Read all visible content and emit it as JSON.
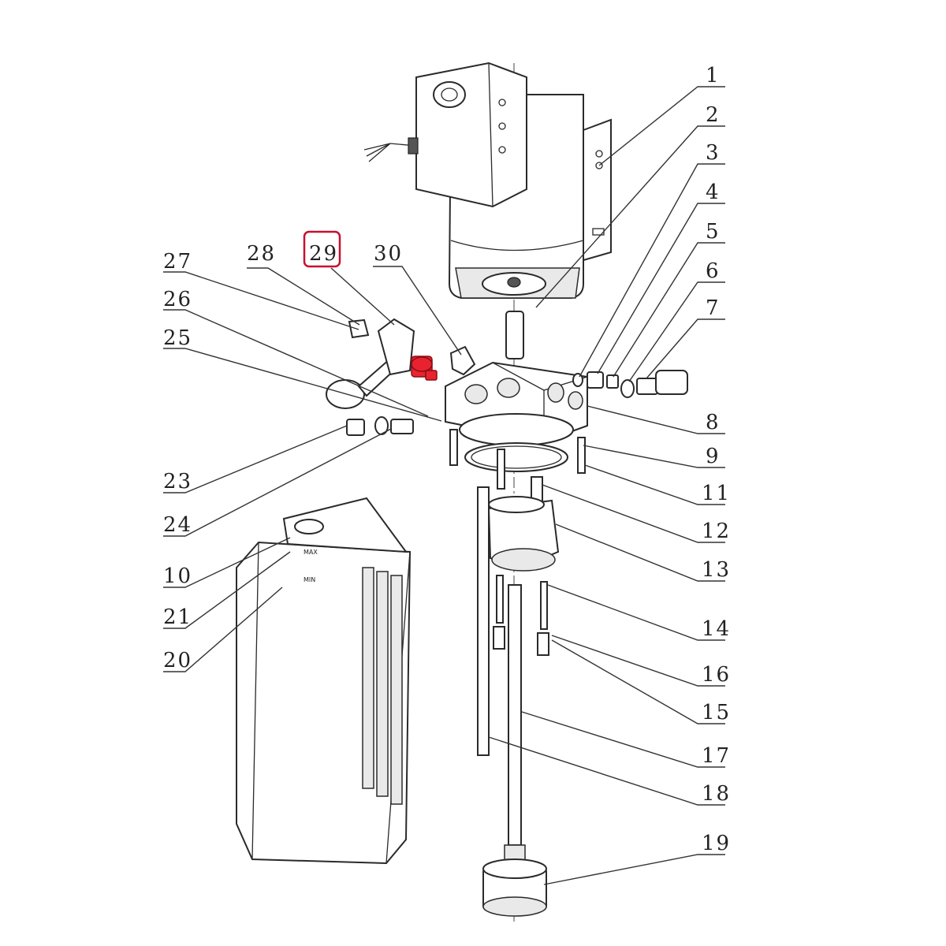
{
  "callouts": [
    {
      "num": "1"
    },
    {
      "num": "2"
    },
    {
      "num": "3"
    },
    {
      "num": "4"
    },
    {
      "num": "5"
    },
    {
      "num": "6"
    },
    {
      "num": "7"
    },
    {
      "num": "8"
    },
    {
      "num": "9"
    },
    {
      "num": "10"
    },
    {
      "num": "11"
    },
    {
      "num": "12"
    },
    {
      "num": "13"
    },
    {
      "num": "14"
    },
    {
      "num": "15"
    },
    {
      "num": "16"
    },
    {
      "num": "17"
    },
    {
      "num": "18"
    },
    {
      "num": "19"
    },
    {
      "num": "20"
    },
    {
      "num": "21"
    },
    {
      "num": "23"
    },
    {
      "num": "24"
    },
    {
      "num": "25"
    },
    {
      "num": "26"
    },
    {
      "num": "27"
    },
    {
      "num": "28"
    },
    {
      "num": "29"
    },
    {
      "num": "30"
    }
  ],
  "highlighted_part": "29",
  "tank": {
    "max_label": "MAX",
    "min_label": "MIN"
  },
  "colors": {
    "highlight": "#c8102e",
    "line": "#2a2a2a"
  }
}
